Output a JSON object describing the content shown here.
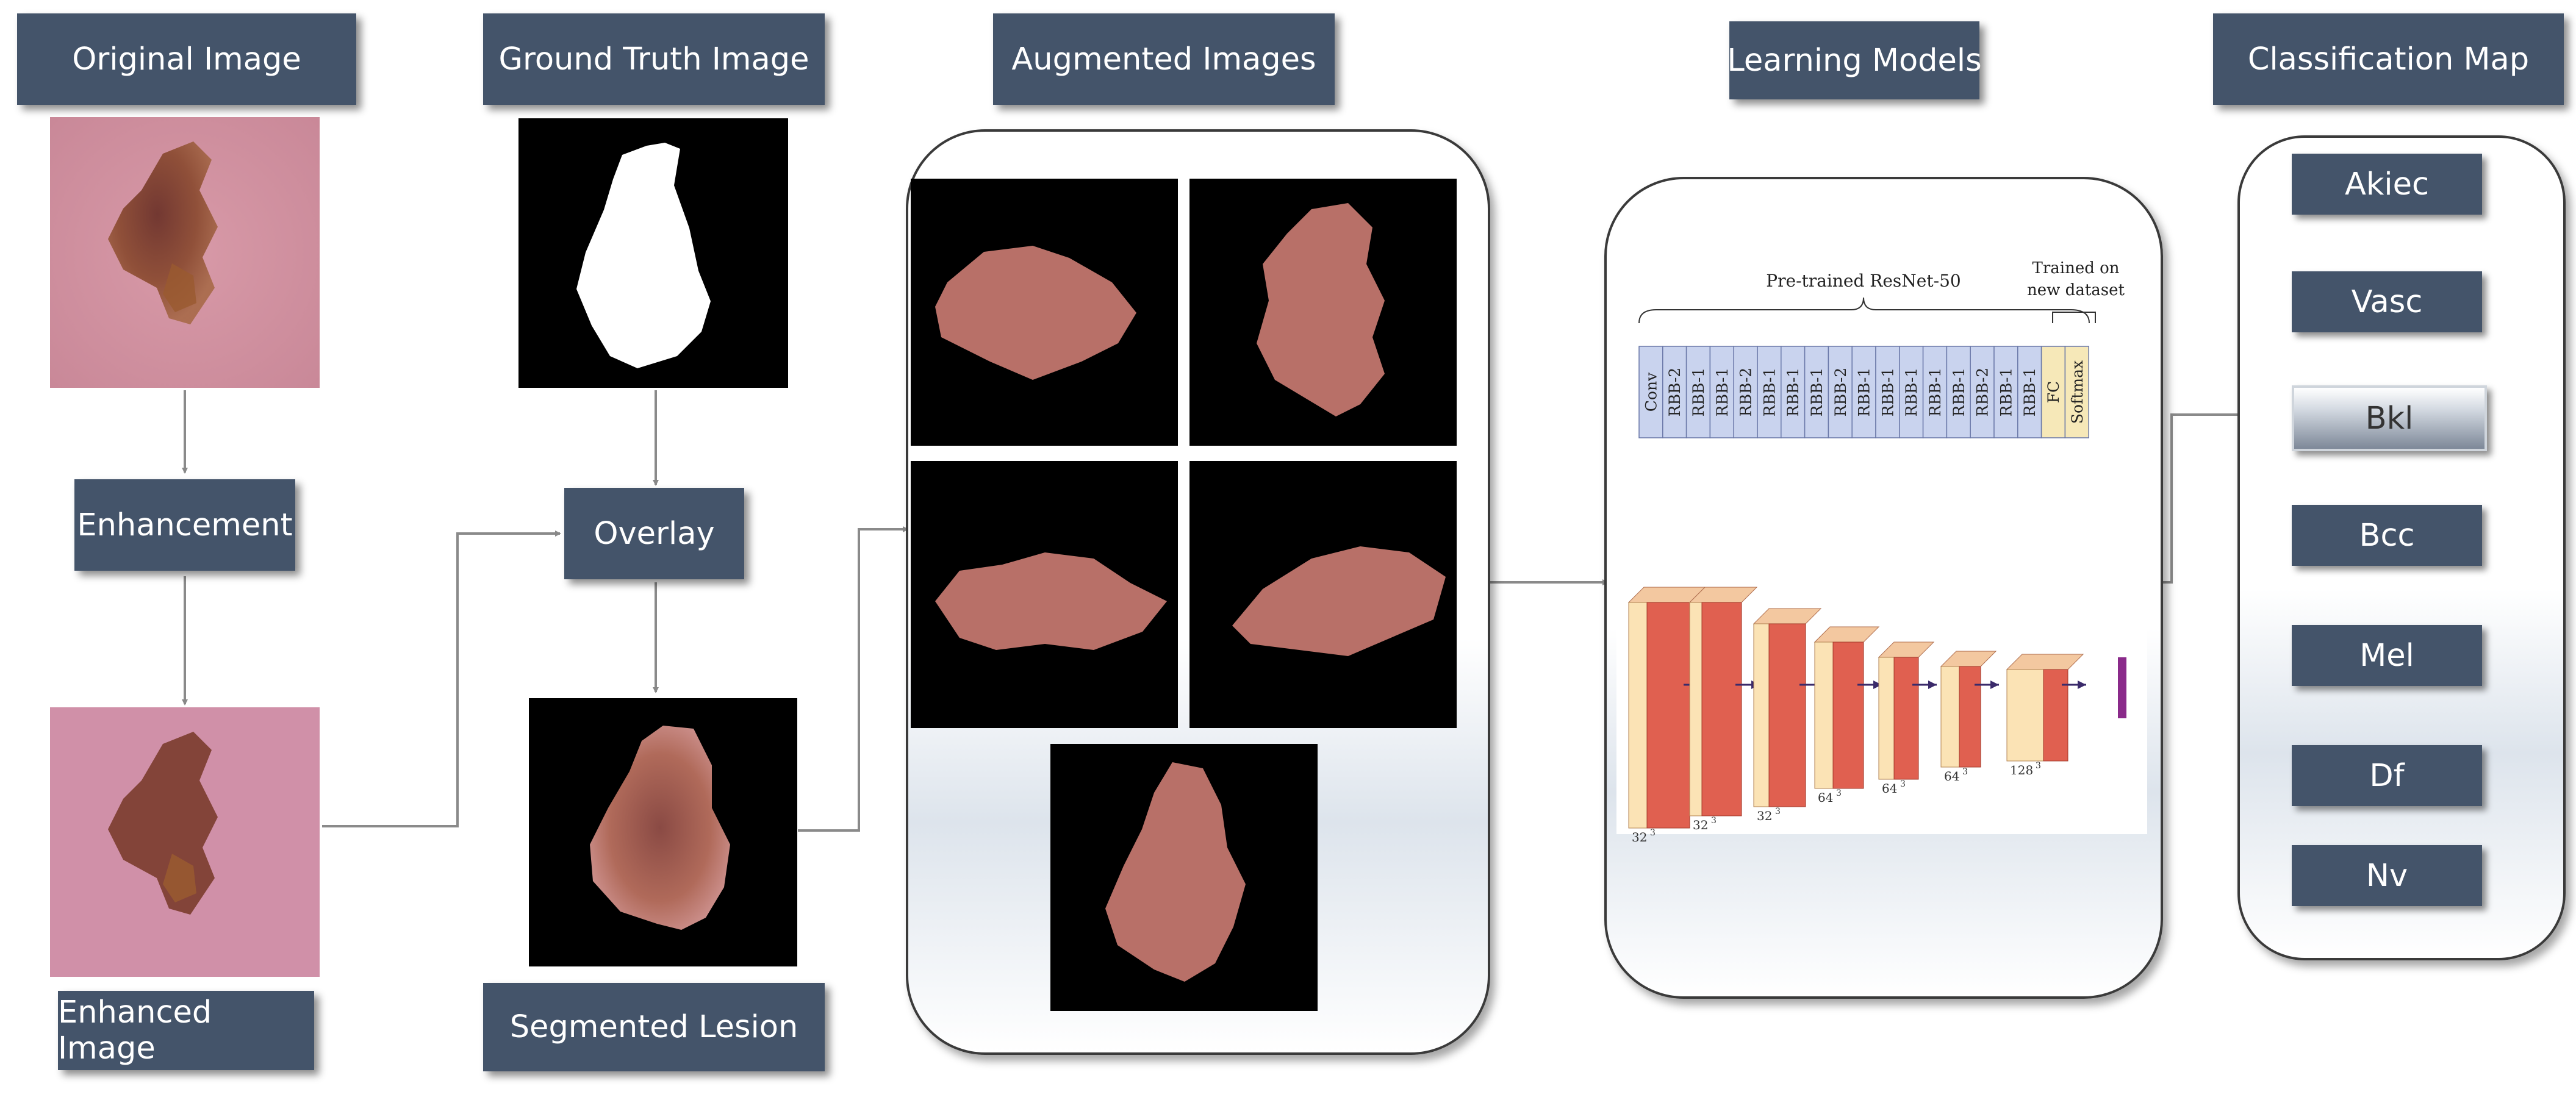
{
  "headers": {
    "original": "Original Image",
    "ground_truth": "Ground Truth Image",
    "augmented": "Augmented Images",
    "learning": "Learning Models",
    "classification": "Classification Map"
  },
  "steps": {
    "enhancement": "Enhancement",
    "overlay": "Overlay",
    "enhanced_image": "Enhanced Image",
    "segmented_lesion": "Segmented Lesion"
  },
  "resnet": {
    "group_label": "Pre-trained ResNet-50",
    "trained_label_line1": "Trained on",
    "trained_label_line2": "new dataset",
    "layers": [
      "Conv",
      "RBB-2",
      "RBB-1",
      "RBB-1",
      "RBB-2",
      "RBB-1",
      "RBB-1",
      "RBB-1",
      "RBB-2",
      "RBB-1",
      "RBB-1",
      "RBB-1",
      "RBB-1",
      "RBB-1",
      "RBB-2",
      "RBB-1",
      "RBB-1"
    ],
    "fc_label": "FC",
    "softmax_label": "Softmax"
  },
  "cnn": {
    "sizes": [
      "32",
      "32",
      "32",
      "64",
      "64",
      "64",
      "128"
    ],
    "superscript": "3"
  },
  "classes": [
    "Akiec",
    "Vasc",
    "Bkl",
    "Bcc",
    "Mel",
    "Df",
    "Nv"
  ],
  "selected_class": "Bkl",
  "colors": {
    "header_bg": "#44546a",
    "resnet_block": "#c9d3ee",
    "fc_block": "#f6e8b8",
    "cnn_red": "#e06050",
    "cnn_cream": "#fbe3b5"
  }
}
